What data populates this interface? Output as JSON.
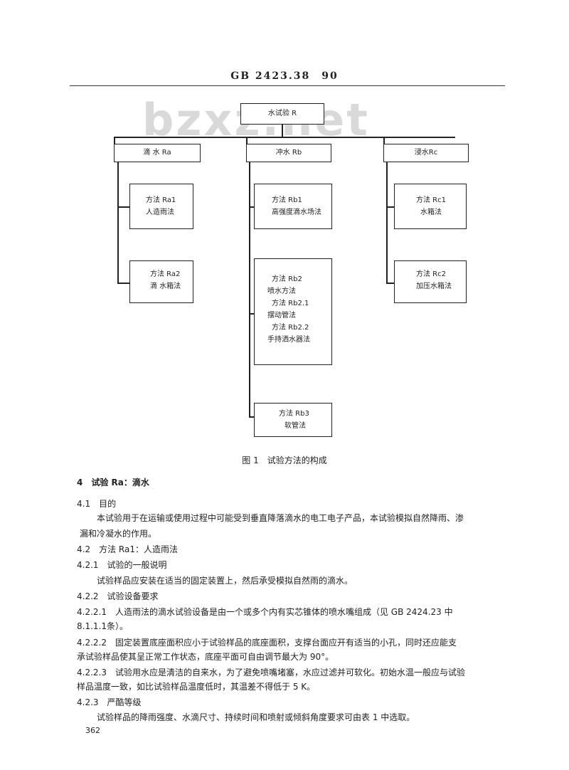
{
  "header": {
    "doc_code": "GB 2423.38　90"
  },
  "watermark": "bzxz.net",
  "diagram": {
    "root": "水试验 R",
    "branches": [
      {
        "title": "滴 水 Ra",
        "methods": [
          {
            "lines": [
              "方法 Ra1",
              "人造雨法"
            ]
          },
          {
            "lines": [
              "方法 Ra2",
              "滴 水箱法"
            ]
          }
        ]
      },
      {
        "title": "冲水 Rb",
        "methods": [
          {
            "lines": [
              "方法 Rb1",
              "高强度滴水场法"
            ]
          },
          {
            "lines": [
              "方法 Rb2",
              "喷水方法",
              "方法 Rb2.1",
              "摆动管法",
              "方法 Rb2.2",
              "手持洒水器法"
            ]
          },
          {
            "lines": [
              "方法 Rb3",
              "软管法"
            ]
          }
        ]
      },
      {
        "title": "浸水Rc",
        "methods": [
          {
            "lines": [
              "方法 Rc1",
              "水箱法"
            ]
          },
          {
            "lines": [
              "方法 Rc2",
              "加压水箱法"
            ]
          }
        ]
      }
    ]
  },
  "caption": "图 1　试验方法的构成",
  "body": {
    "s4": "4　试验 Ra：滴水",
    "s41": "4.1　目的",
    "p41_1": "本试验用于在运输或使用过程中可能受到垂直降落滴水的电工电子产品，本试验模拟自然降雨、渗",
    "p41_2": "漏和冷凝水的作用。",
    "s42": "4.2　方法 Ra1：人造雨法",
    "s421": "4.2.1　试验的一般说明",
    "p421": "试验样品应安装在适当的固定装置上，然后承受模拟自然雨的滴水。",
    "s422": "4.2.2　试验设备要求",
    "p4221_1": "4.2.2.1　人造雨法的滴水试验设备是由一个或多个内有实芯锥体的喷水嘴组成（见 GB 2424.23 中",
    "p4221_2": "8.1.1.1条）。",
    "p4222_1": "4.2.2.2　固定装置底座面积应小于试验样品的底座面积，支撑台面应开有适当的小孔，同时还应能支",
    "p4222_2": "承试验样品使其呈正常工作状态，底座平面可自由调节最大为 90°。",
    "p4223_1": "4.2.2.3　试验用水应是清洁的自来水，为了避免喷嘴堵塞，水应过滤并可软化。初始水温一般应与试验",
    "p4223_2": "样品温度一致，如比试验样品温度低时，其温差不得低于 5 K。",
    "s423": "4.2.3　严酷等级",
    "p423": "试验样品的降雨强度、水滴尺寸、持续时间和喷射或倾斜角度要求可由表 1 中选取。"
  },
  "page_number": "362"
}
